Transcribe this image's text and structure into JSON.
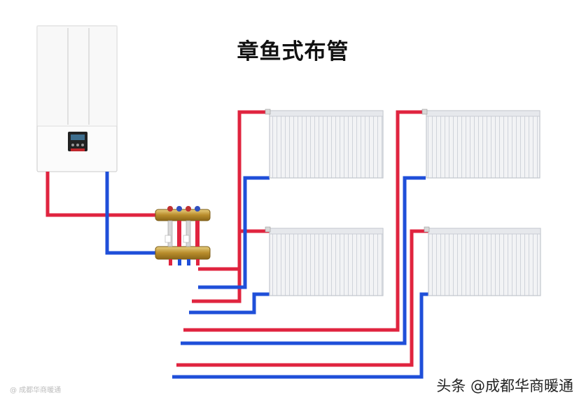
{
  "title": "章鱼式布管",
  "watermark": "头条 @成都华商暖通",
  "faint_mark": "@ 成都华商暖通",
  "colors": {
    "supply": "#e0243f",
    "return": "#1f4fd9",
    "radiator_body": "#f1f2f4",
    "radiator_line": "#c9cdd4",
    "boiler_body": "#fbfbfb",
    "manifold": "#c8a24a"
  },
  "icons": [
    "boiler-icon",
    "manifold-icon",
    "radiator-icon"
  ]
}
